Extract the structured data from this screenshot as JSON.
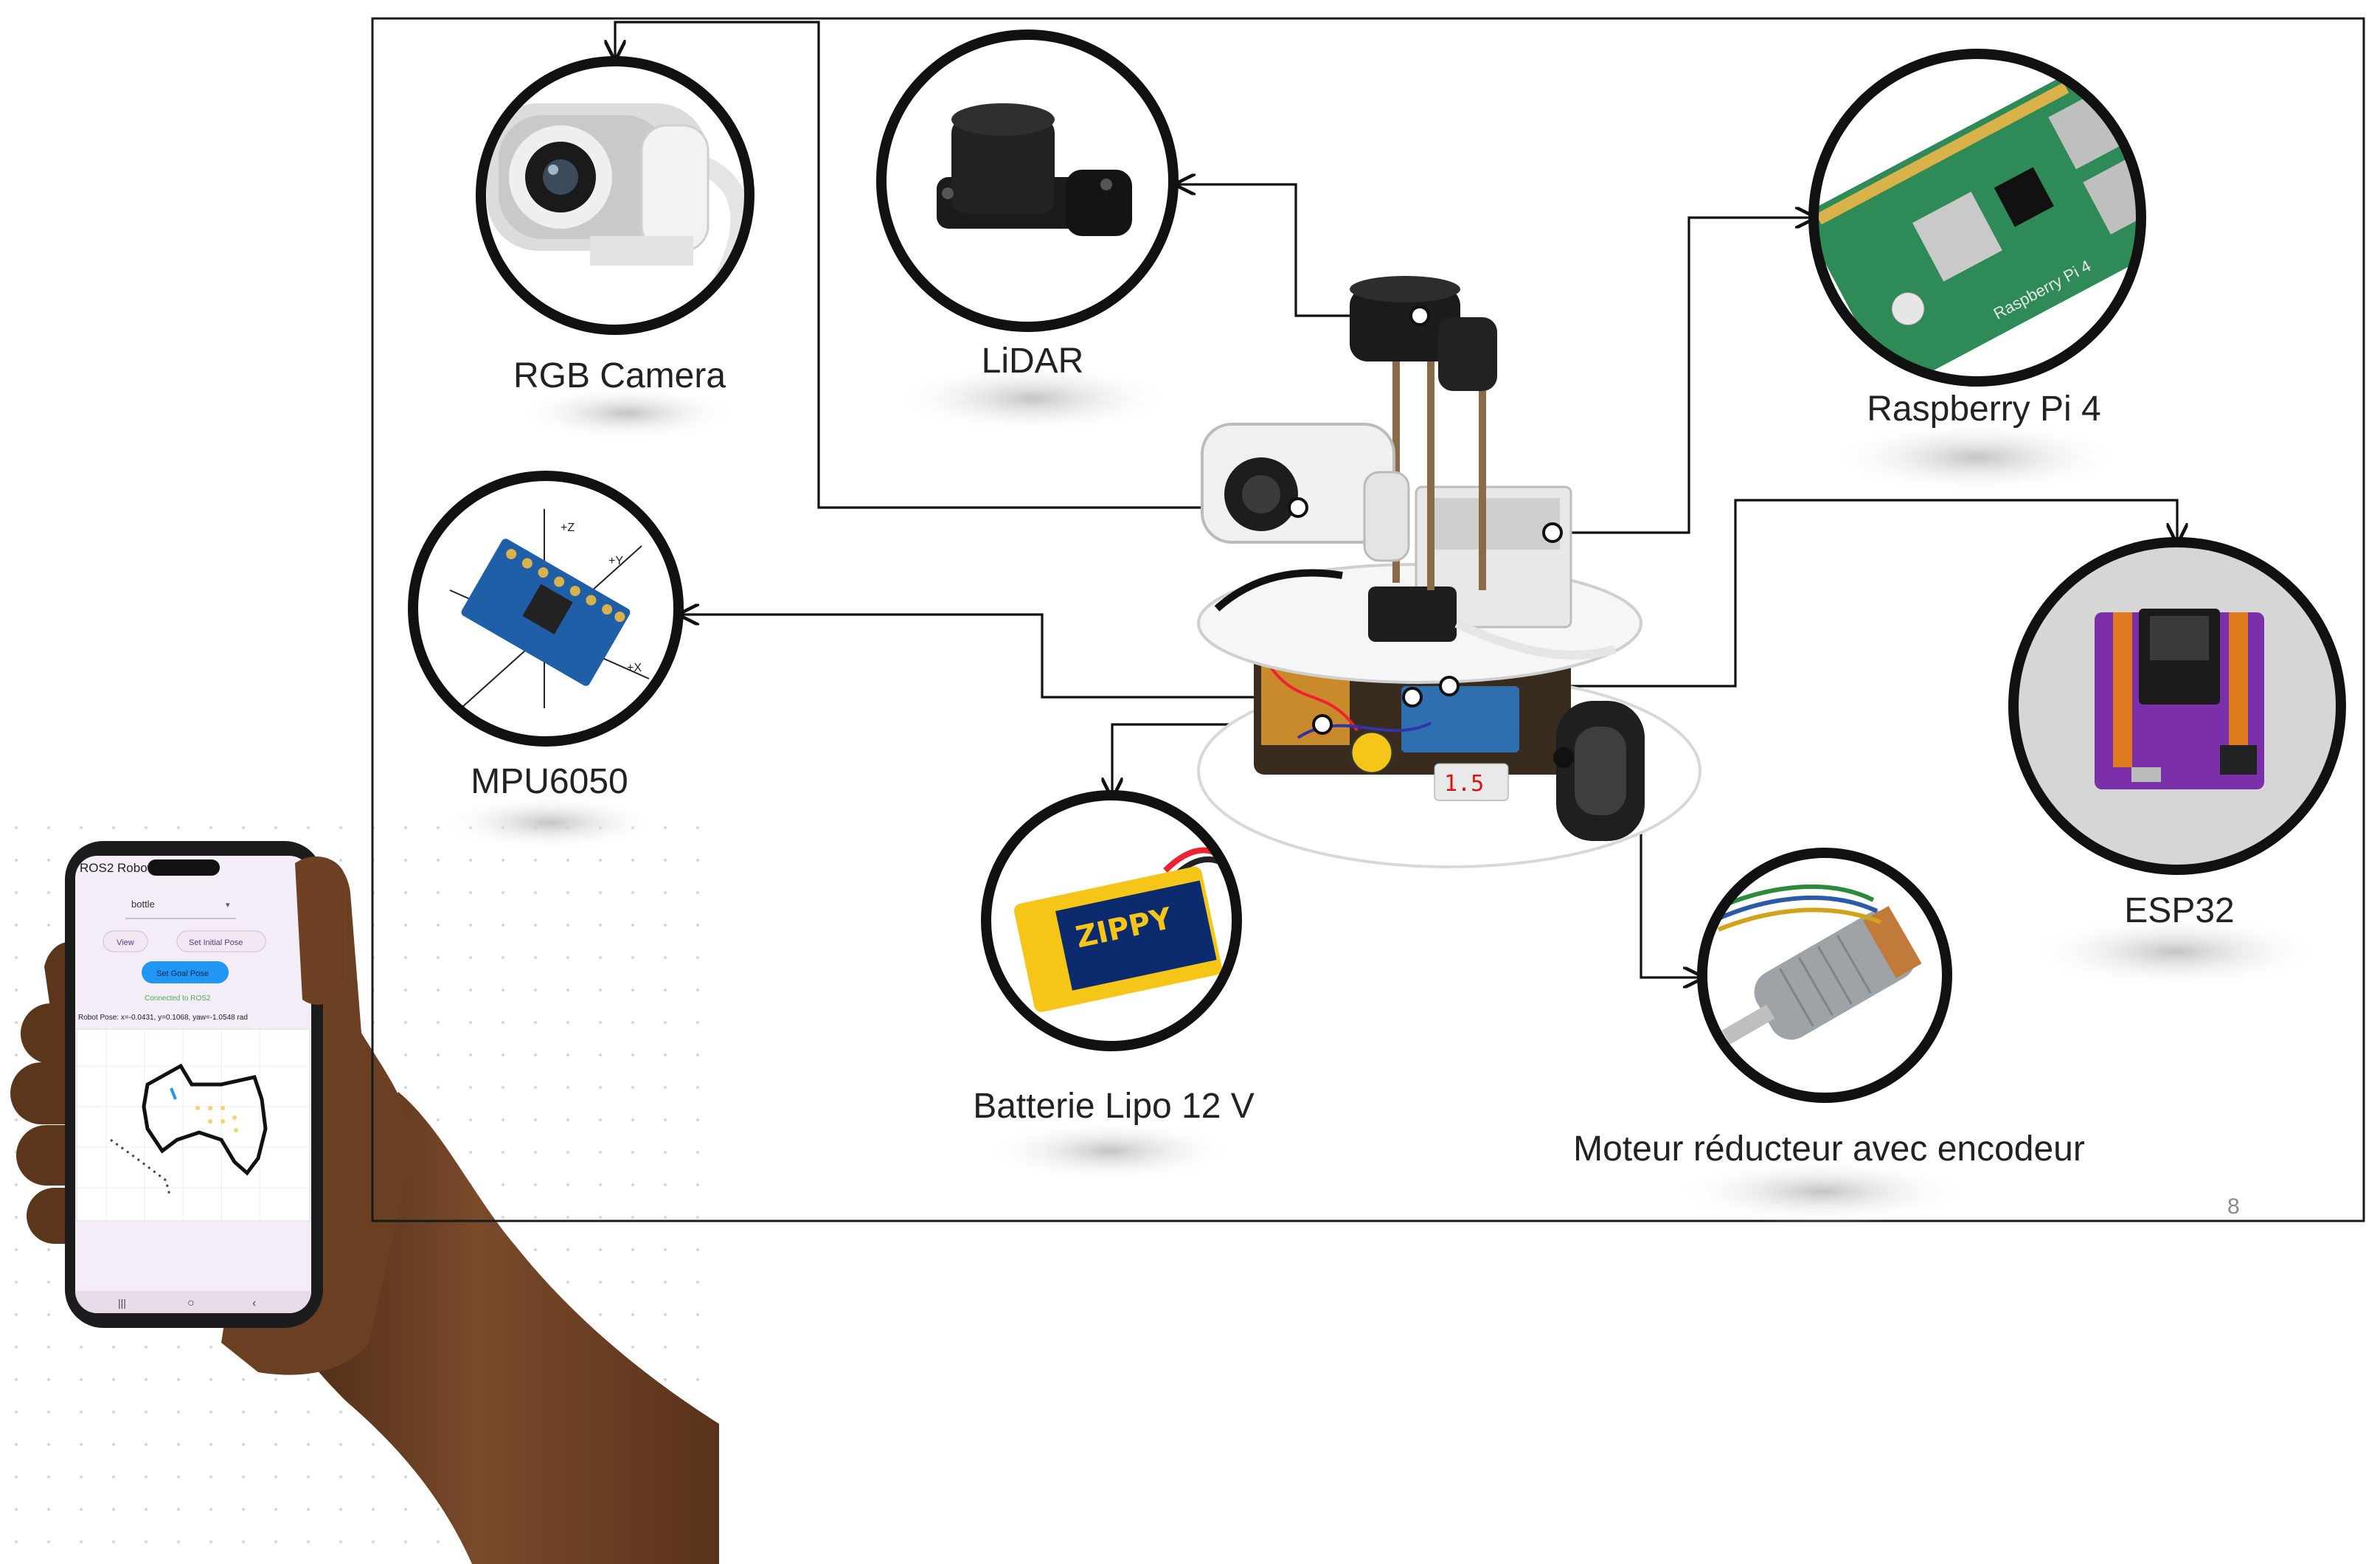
{
  "colors": {
    "frame": "#1a1a1a",
    "connector": "#111111",
    "label_text": "#222222",
    "circle_border": "#111111",
    "skin": "#6b3f22",
    "phone_body": "#1c1c1e",
    "phone_screen": "#f4ecf6",
    "app_button_accent": "#2196f3",
    "app_status_green": "#4caf50",
    "raspberry_green": "#2e8b57",
    "esp32_purple": "#7b2fa8",
    "battery_yellow": "#f5c518",
    "motor_grey": "#9ea3a8"
  },
  "components": {
    "rgb_camera": {
      "label": "RGB Camera",
      "icon": "webcam-icon"
    },
    "lidar": {
      "label": "LiDAR",
      "icon": "lidar-sensor-icon"
    },
    "raspberry_pi": {
      "label": "Raspberry Pi 4",
      "icon": "raspberry-pi-board-icon"
    },
    "mpu6050": {
      "label": "MPU6050",
      "icon": "imu-module-icon"
    },
    "esp32": {
      "label": "ESP32",
      "icon": "esp32-board-icon"
    },
    "battery": {
      "label": "Batterie Lipo 12 V",
      "icon": "lipo-battery-icon",
      "brand_text": "ZIPPY"
    },
    "motor": {
      "label": "Moteur réducteur avec encodeur",
      "icon": "gear-motor-icon"
    }
  },
  "center": {
    "icon": "robot-icon"
  },
  "slide_number": "8",
  "phone_app": {
    "title": "ROS2 Robot",
    "dropdown_value": "bottle",
    "view_button": "View",
    "initial_pose_button": "Set Initial Pose",
    "goal_pose_button": "Set Goal Pose",
    "status": "Connected to ROS2",
    "pose_readout": "Robot Pose: x=-0.0431, y=0.1068, yaw=-1.0548 rad"
  }
}
